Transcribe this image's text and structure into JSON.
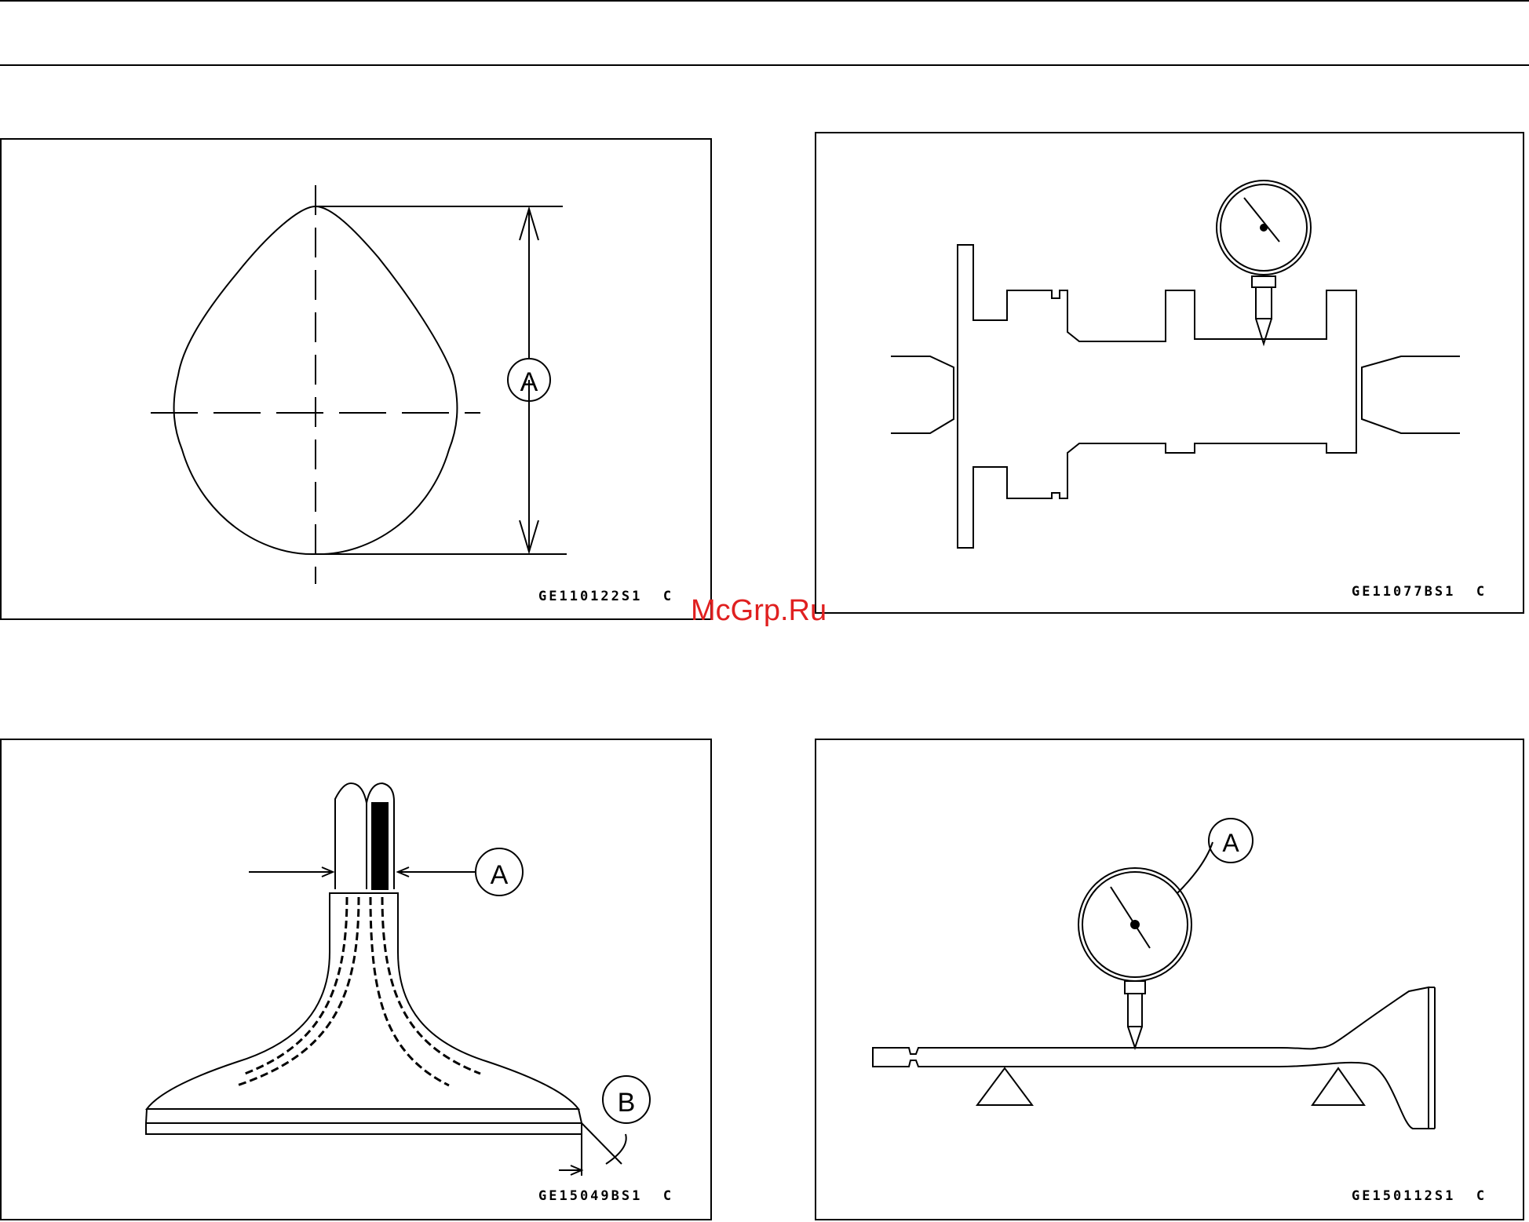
{
  "figures": [
    {
      "id": "cam-lobe",
      "code": "GE110122S1  C",
      "labels": [
        "A"
      ]
    },
    {
      "id": "camshaft-runout",
      "code": "GE11077BS1  C",
      "labels": []
    },
    {
      "id": "valve-head",
      "code": "GE15049BS1  C",
      "labels": [
        "A",
        "B"
      ]
    },
    {
      "id": "valve-stem-runout",
      "code": "GE150112S1  C",
      "labels": [
        "A"
      ]
    }
  ],
  "watermark": "McGrp.Ru"
}
